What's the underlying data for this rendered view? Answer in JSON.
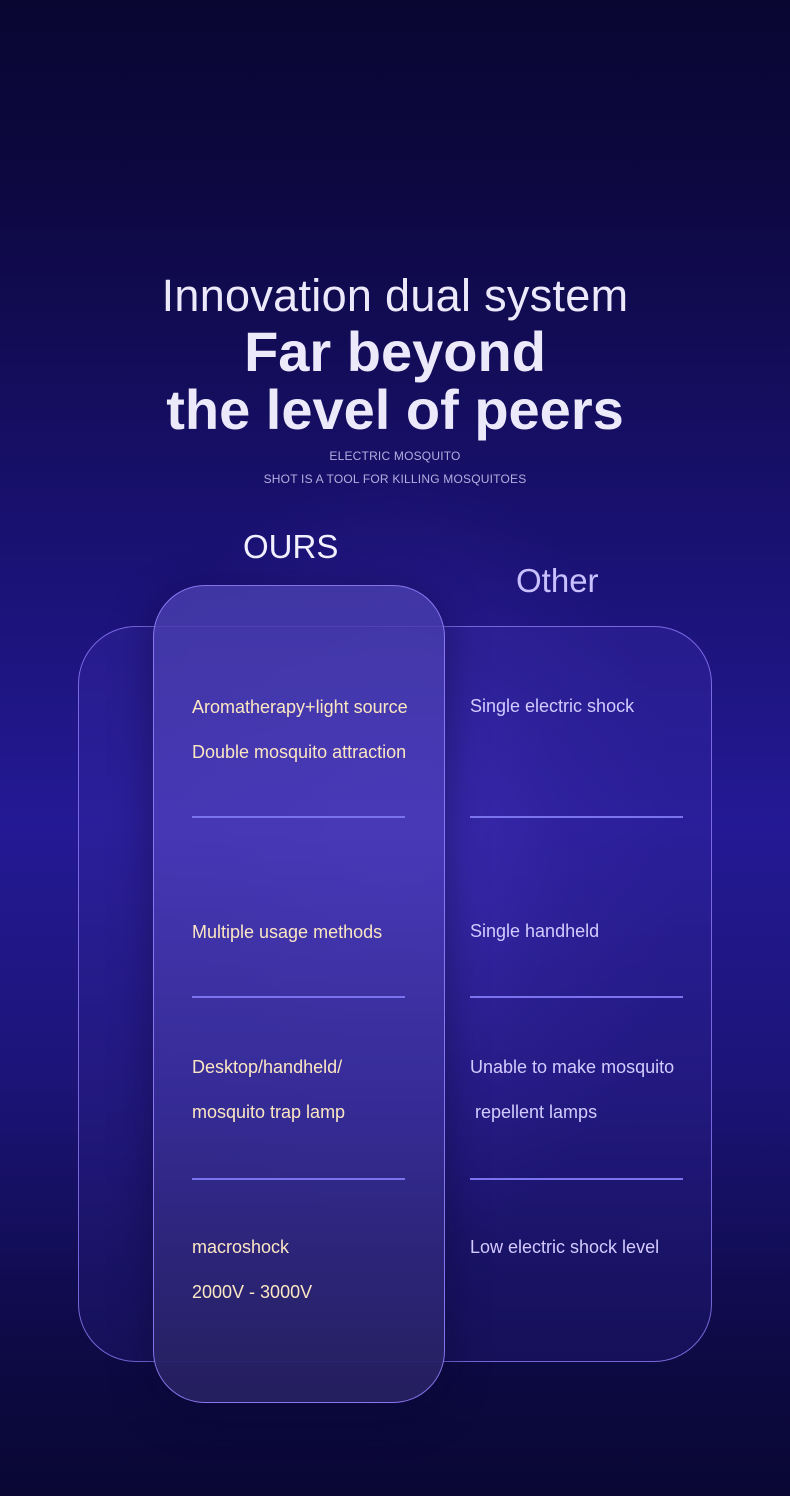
{
  "hero": {
    "line1": "Innovation dual system",
    "line2": "Far beyond",
    "line3": "the level of peers",
    "sub1": "ELECTRIC MOSQUITO",
    "sub2": "SHOT IS A TOOL FOR KILLING MOSQUITOES"
  },
  "columns": {
    "ours": "OURS",
    "other": "Other"
  },
  "rows": [
    {
      "ours": [
        "Aromatherapy+light source",
        "Double mosquito attraction"
      ],
      "other": [
        "Single electric shock"
      ]
    },
    {
      "ours": [
        "Multiple usage methods"
      ],
      "other": [
        "Single handheld"
      ]
    },
    {
      "ours": [
        "Desktop/handheld/",
        "mosquito trap lamp"
      ],
      "other": [
        "Unable to make mosquito",
        " repellent lamps"
      ]
    },
    {
      "ours": [
        "macroshock",
        "2000V - 3000V"
      ],
      "other": [
        "Low electric shock level"
      ]
    }
  ],
  "colors": {
    "ours_text": "#fbe6c3",
    "other_text": "#d3cbff",
    "divider": "#7b72ee",
    "card_border": "#9682ff"
  }
}
